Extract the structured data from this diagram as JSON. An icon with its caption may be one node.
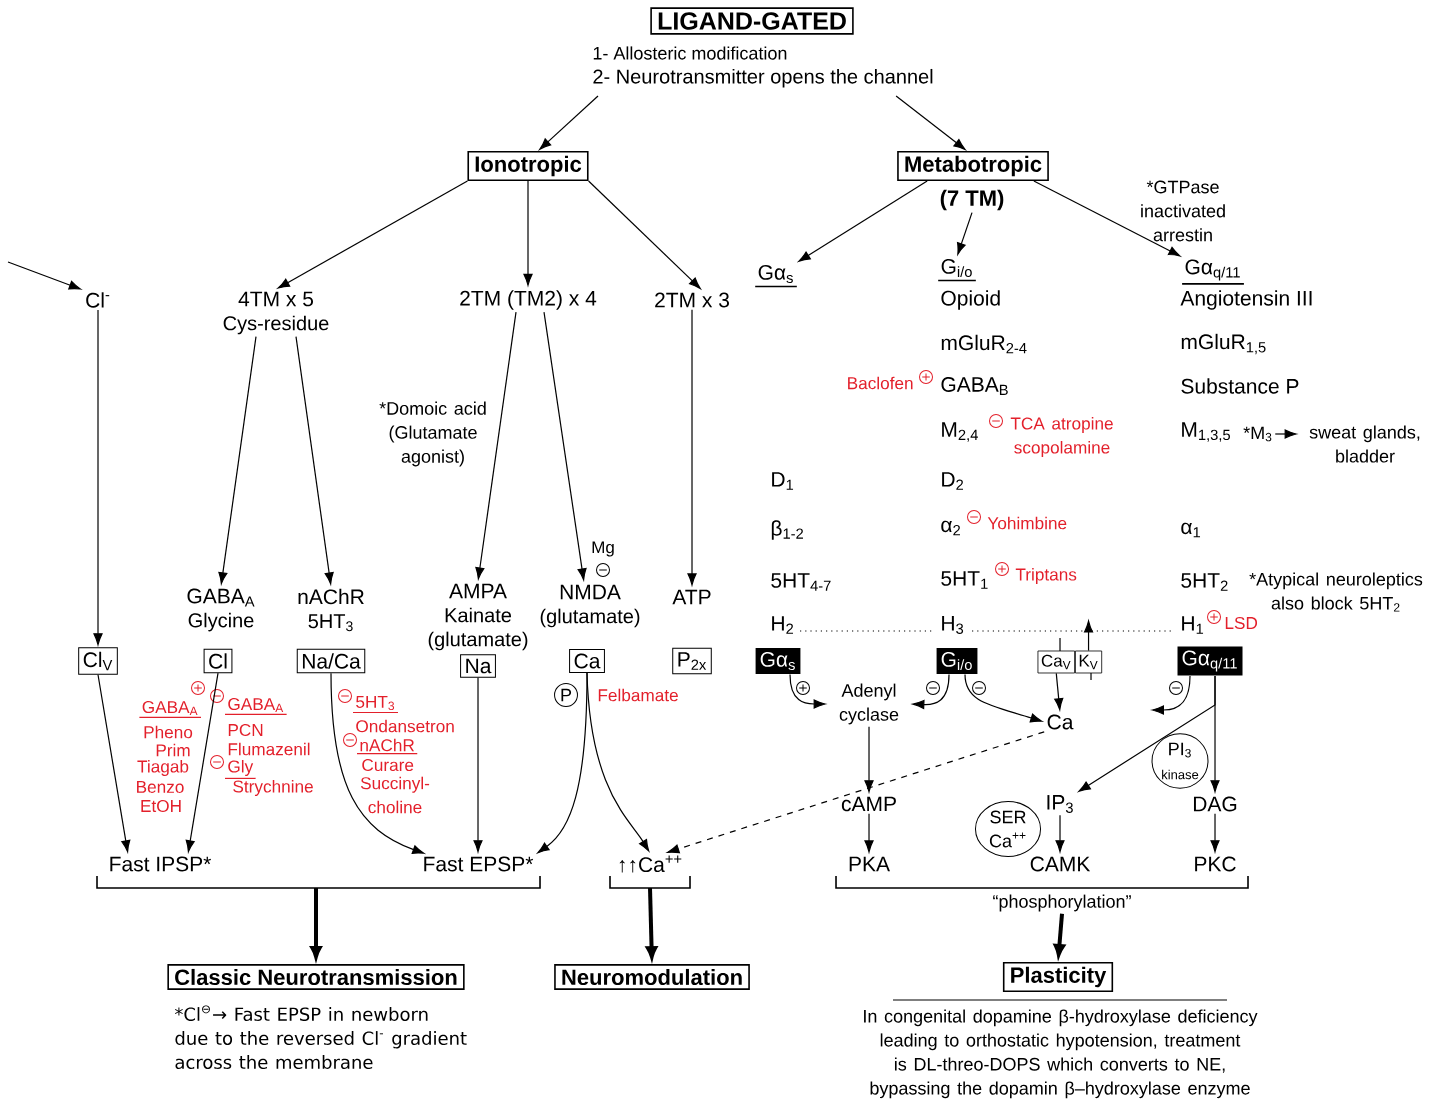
{
  "diagram": {
    "nodes": [
      {
        "text": [
          "LIGAND-GATED"
        ],
        "beside": [
          "1- Allosteric modification",
          "2- Neurotransmitter opens the channel"
        ]
      },
      {
        "text": [
          "Ionotropic"
        ]
      },
      {
        "text": [
          "Metabotropic"
        ],
        "beside": [
          "(7 TM)"
        ]
      },
      {
        "text": [
          "Cl$^{-}$"
        ]
      },
      {
        "text": [
          "4TM x 5",
          "Cys-residue"
        ]
      },
      {
        "text": [
          "2TM (TM2) x 4"
        ]
      },
      {
        "text": [
          "2TM x 3"
        ]
      },
      {
        "text": [
          "Gα$_{s}$"
        ]
      },
      {
        "text": [
          "G$_{i/o}$"
        ]
      },
      {
        "text": [
          "Gα$_{q/11}$"
        ]
      },
      {
        "text": [
          "GABA$_{A}$",
          "Glycine"
        ]
      },
      {
        "text": [
          "nAChR",
          "5HT$_{3}$"
        ]
      },
      {
        "text": [
          "AMPA",
          "Kainate",
          "(glutamate)"
        ]
      },
      {
        "text": [
          "NMDA",
          "(glutamate)"
        ]
      },
      {
        "text": [
          "ATP"
        ]
      },
      {
        "text": [
          "Cl$_{V}$"
        ]
      },
      {
        "text": [
          "Cl"
        ]
      },
      {
        "text": [
          "Na/Ca"
        ]
      },
      {
        "text": [
          "Na"
        ]
      },
      {
        "text": [
          "Ca"
        ]
      },
      {
        "text": [
          "P$_{2x}$"
        ]
      },
      {
        "text": [
          "Gα$_{s}$"
        ]
      },
      {
        "text": [
          "G$_{i/o}$"
        ]
      },
      {
        "text": [
          "Ca$_{V}$"
        ]
      },
      {
        "text": [
          "K$_{V}$"
        ]
      },
      {
        "text": [
          "Gα$_{q/11}$"
        ]
      },
      {
        "text": [
          "Adenyl cyclase"
        ]
      },
      {
        "text": [
          "Ca"
        ]
      },
      {
        "text": [
          "cAMP"
        ]
      },
      {
        "text": [
          "IP$_{3}$"
        ]
      },
      {
        "text": [
          "DAG"
        ]
      },
      {
        "text": [
          "PKA"
        ]
      },
      {
        "text": [
          "CAMK"
        ]
      },
      {
        "text": [
          "PKC"
        ]
      },
      {
        "text": [
          "Fast IPSP*"
        ]
      },
      {
        "text": [
          "Fast EPSP*"
        ]
      },
      {
        "text": [
          "↑↑Ca$^{++}$"
        ]
      },
      {
        "text": [
          "Classic Neurotransmission"
        ]
      },
      {
        "text": [
          "Neuromodulation"
        ]
      },
      {
        "text": [
          "Plasticity"
        ]
      },
      {
        "text": [
          "SER Ca$^{++}$"
        ]
      },
      {
        "text": [
          "PI$_{3}$",
          "kinase"
        ]
      },
      {
        "text": [
          "P"
        ]
      },
      {
        "text": [
          "*M$_{3}$"
        ]
      },
      {
        "text": [
          "sweat glands, bladder"
        ]
      },
      {
        "text": [
          "“phosphorylation”"
        ]
      }
    ],
    "edges": [
      {
        "from": 0,
        "to": 1,
        "arrow": "to"
      },
      {
        "from": 0,
        "to": 2,
        "arrow": "to"
      },
      {
        "from": null,
        "to": 3,
        "arrow": "to"
      },
      {
        "from": 1,
        "to": 4,
        "arrow": "to"
      },
      {
        "from": 1,
        "to": 5,
        "arrow": "to"
      },
      {
        "from": 1,
        "to": 6,
        "arrow": "to"
      },
      {
        "from": 2,
        "to": 7,
        "arrow": "to"
      },
      {
        "from": 2,
        "to": 8,
        "arrow": "to"
      },
      {
        "from": 2,
        "to": 9,
        "arrow": "to"
      },
      {
        "from": 3,
        "to": 15,
        "arrow": "to"
      },
      {
        "from": 4,
        "to": 10,
        "arrow": "to"
      },
      {
        "from": 4,
        "to": 11,
        "arrow": "to"
      },
      {
        "from": 5,
        "to": 12,
        "arrow": "to"
      },
      {
        "from": 5,
        "to": 13,
        "arrow": "to"
      },
      {
        "from": 6,
        "to": 14,
        "arrow": "to"
      },
      {
        "from": 15,
        "to": 34,
        "arrow": "to"
      },
      {
        "from": 16,
        "to": 34,
        "arrow": "to"
      },
      {
        "from": 17,
        "to": 35,
        "arrow": "to"
      },
      {
        "from": 18,
        "to": 35,
        "arrow": "to"
      },
      {
        "from": 19,
        "to": 35,
        "arrow": "to"
      },
      {
        "from": 19,
        "to": 36,
        "arrow": "to"
      },
      {
        "from": 27,
        "to": 36,
        "arrow": "to",
        "style": "dashed"
      },
      {
        "from": 26,
        "to": 28,
        "arrow": "to"
      },
      {
        "from": 28,
        "to": 31,
        "arrow": "to"
      },
      {
        "from": 25,
        "to": 29,
        "arrow": "to"
      },
      {
        "from": 25,
        "to": 30,
        "arrow": "to"
      },
      {
        "from": 29,
        "to": 32,
        "arrow": "to"
      },
      {
        "from": 30,
        "to": 33,
        "arrow": "to"
      },
      {
        "from": null,
        "to": 37,
        "arrow": "to",
        "style": "thick"
      },
      {
        "from": 36,
        "to": 38,
        "arrow": "to",
        "style": "thick"
      },
      {
        "from": 45,
        "to": 39,
        "arrow": "to",
        "style": "thick"
      },
      {
        "from": 23,
        "to": 27,
        "arrow": "to"
      },
      {
        "from": 24,
        "to": null,
        "arrow": "to"
      },
      {
        "from": 21,
        "to": 26,
        "arrow": "to"
      },
      {
        "from": 22,
        "to": 26,
        "arrow": "to"
      },
      {
        "from": 22,
        "to": 27,
        "arrow": "to"
      },
      {
        "from": 25,
        "to": null,
        "arrow": "to"
      },
      {
        "from": 43,
        "to": 44,
        "arrow": "to"
      }
    ],
    "labels": [
      "*GTPase inactivated arrestin",
      "Opioid",
      "mGluR$_{2-4}$",
      "Baclofen",
      "GABA$_{B}$",
      "M$_{2,4}$",
      "TCA atropine scopolamine",
      "D$_{2}$",
      "α$_{2}$",
      "Yohimbine",
      "5HT$_{1}$",
      "Triptans",
      "H$_{3}$",
      "Angiotensin III",
      "mGluR$_{1,5}$",
      "Substance P",
      "M$_{1,3,5}$",
      "α$_{1}$",
      "5HT$_{2}$",
      "*Atypical neuroleptics also block 5HT$_{2}$",
      "H$_{1}$",
      "LSD",
      "D$_{1}$",
      "β$_{1-2}$",
      "5HT$_{4-7}$",
      "H$_{2}$",
      "*Domoic acid (Glutamate agonist)",
      "Mg",
      "GABA$_{A}$",
      "Pheno",
      "Prim",
      "Tiagab",
      "Benzo",
      "EtOH",
      "GABA$_{A}$",
      "PCN",
      "Flumazenil",
      "Gly",
      "Strychnine",
      "5HT$_{3}$",
      "Ondansetron",
      "nAChR",
      "Curare",
      "Succinyl-choline",
      "Felbamate",
      "*Cl$^{⊖}$→ Fast EPSP in newborn due to the reversed Cl$^{-}$ gradient across the membrane",
      "In congenital dopamine β-hydroxylase deficiency leading to orthostatic hypotension, treatment is DL-threo-DOPS which converts to NE, bypassing the dopamin β–hydroxylase enzyme"
    ]
  }
}
